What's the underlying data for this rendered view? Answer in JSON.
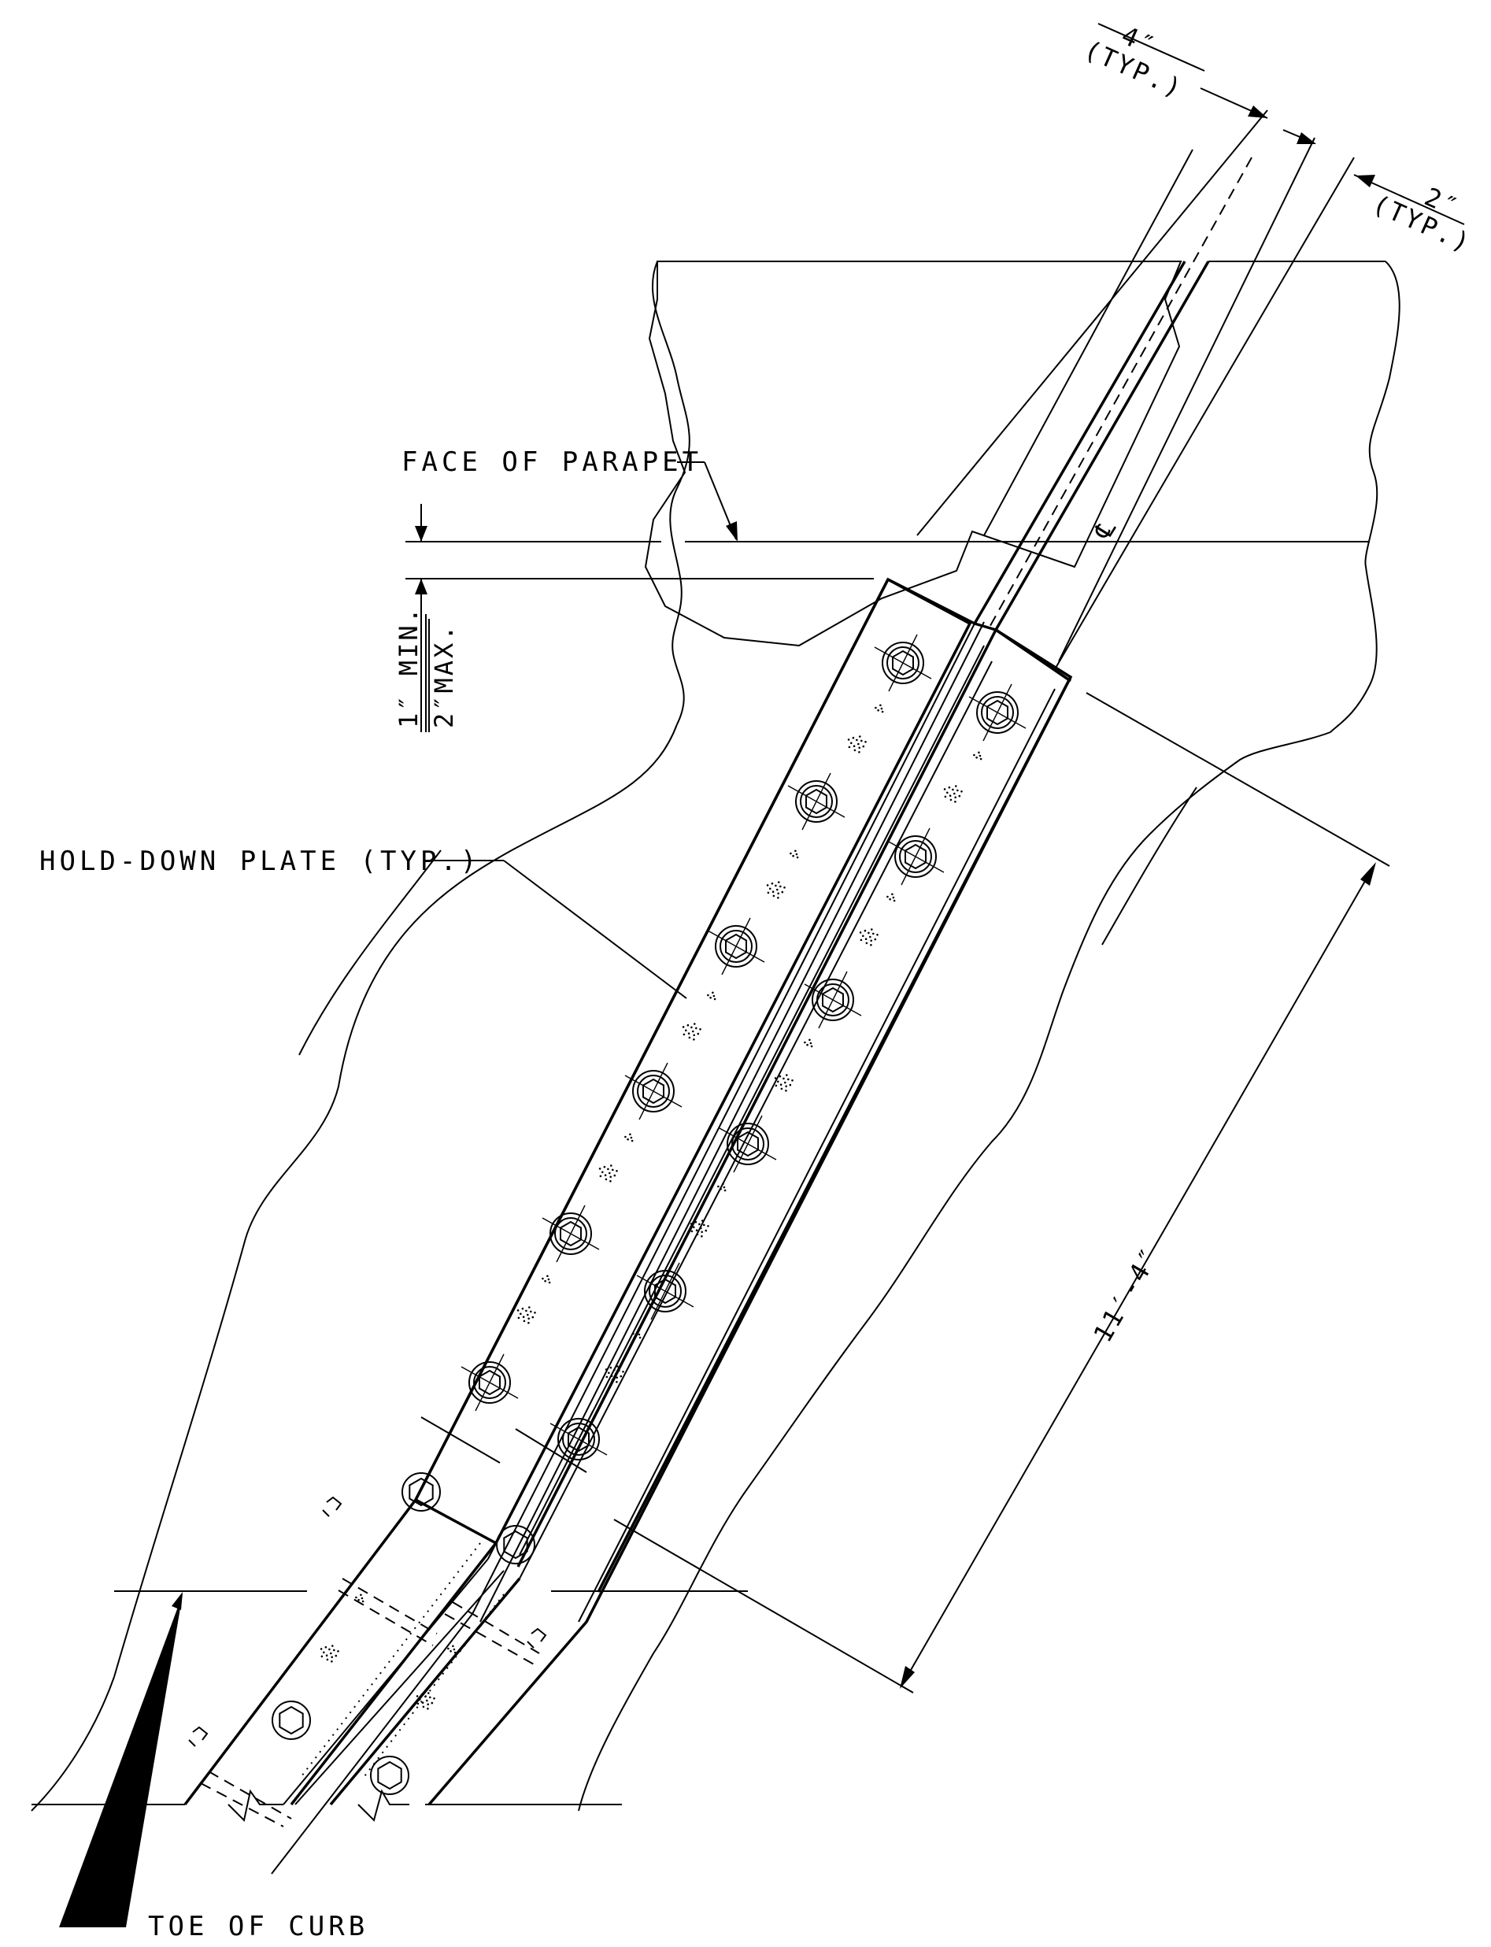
{
  "labels": {
    "face_of_parapet": "FACE OF PARAPET",
    "hold_down_plate": "HOLD-DOWN PLATE (TYP.)",
    "toe_of_curb": "TOE OF CURB",
    "centerline": "℄",
    "length": "11′-4″",
    "gap_top": "4″",
    "gap_top_typ": "(TYP.)",
    "gap_right": "2″",
    "gap_right_typ": "(TYP.)",
    "offset_min": "1″ MIN.",
    "offset_max": "2″MAX."
  }
}
